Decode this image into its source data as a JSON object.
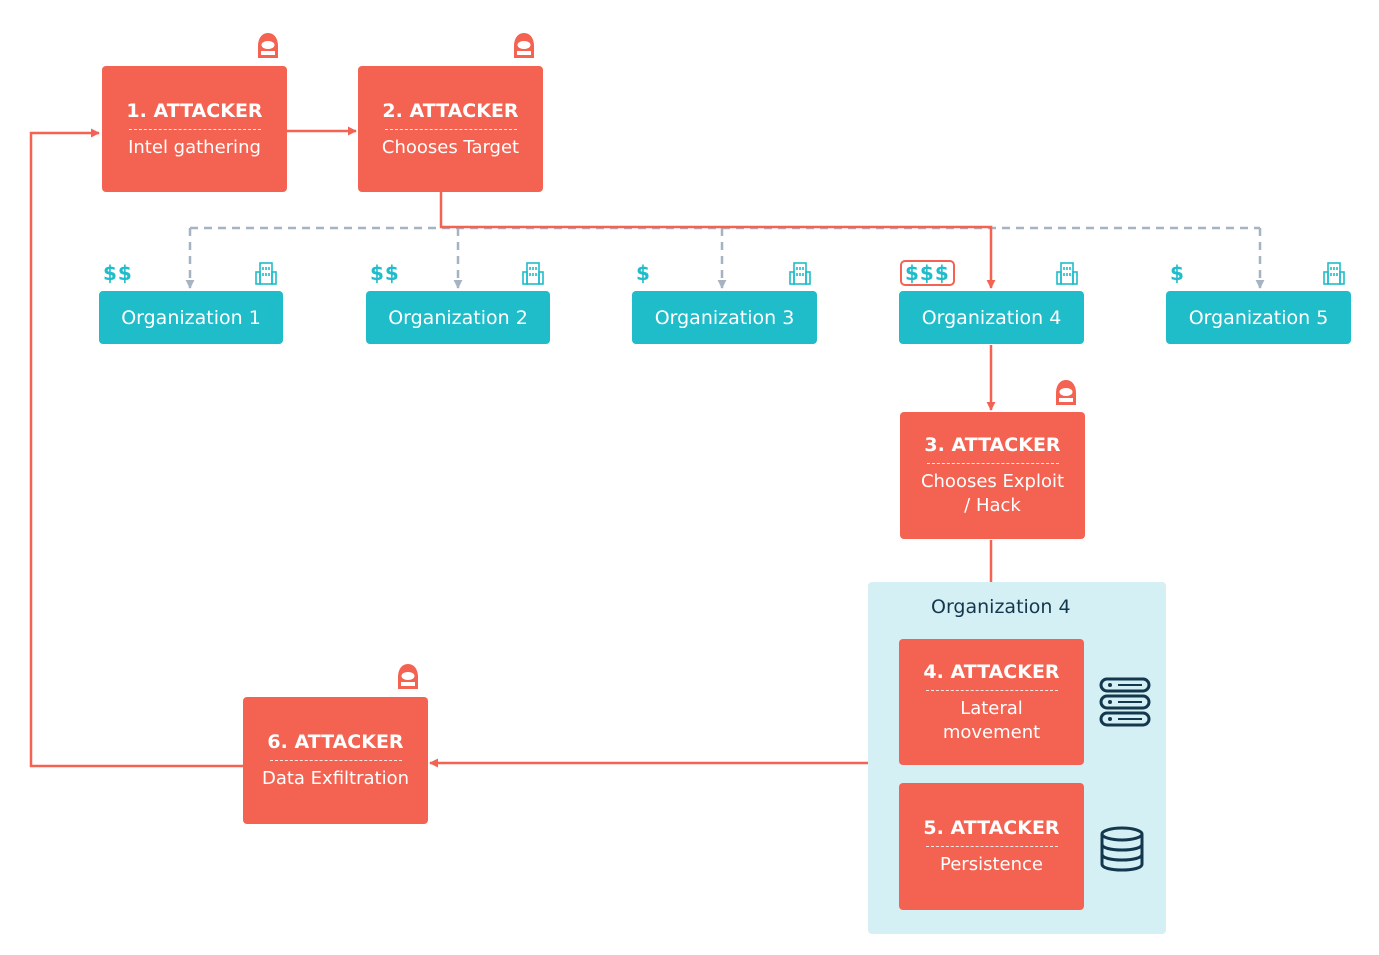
{
  "attackers": [
    {
      "title": "1. ATTACKER",
      "separator": "--------------------",
      "desc": "Intel gathering"
    },
    {
      "title": "2. ATTACKER",
      "separator": "--------------------",
      "desc": "Chooses Target"
    },
    {
      "title": "3. ATTACKER",
      "separator": "--------------------",
      "desc": "Chooses Exploit / Hack"
    },
    {
      "title": "4. ATTACKER",
      "separator": "--------------------",
      "desc": "Lateral movement"
    },
    {
      "title": "5. ATTACKER",
      "separator": "--------------------",
      "desc": "Persistence"
    },
    {
      "title": "6. ATTACKER",
      "separator": "--------------------",
      "desc": "Data Exfiltration"
    }
  ],
  "organizations": [
    {
      "label": "Organization 1",
      "value": "$$"
    },
    {
      "label": "Organization 2",
      "value": "$$"
    },
    {
      "label": "Organization 3",
      "value": "$"
    },
    {
      "label": "Organization 4",
      "value": "$$$"
    },
    {
      "label": "Organization 5",
      "value": "$"
    }
  ],
  "target_container": {
    "label": "Organization 4"
  },
  "icons": {
    "attacker": "hooded-hacker-icon",
    "organization": "office-building-icon",
    "server": "server-rack-icon",
    "database": "database-icon"
  },
  "colors": {
    "attacker": "#f46352",
    "organization": "#1fbcca",
    "container": "#d4f0f4",
    "dashed_link": "#a5b3c2",
    "dark_icon": "#13374d"
  }
}
